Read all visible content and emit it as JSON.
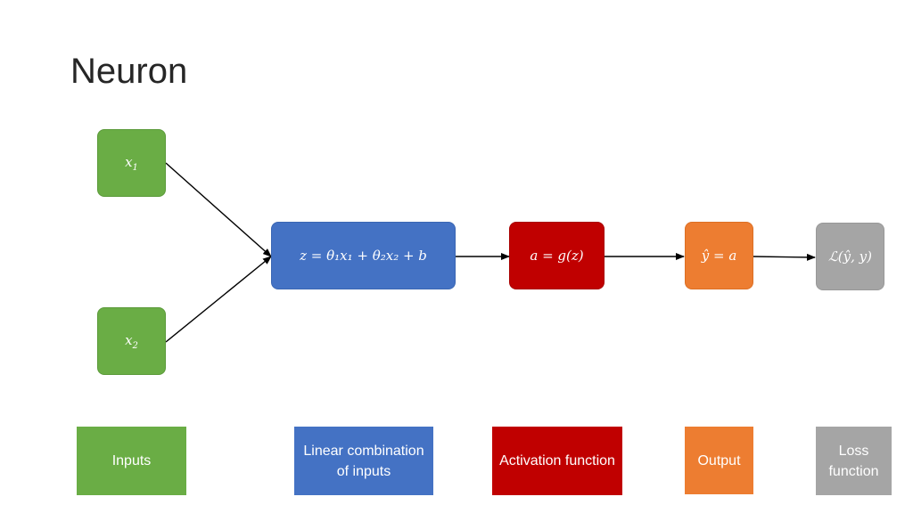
{
  "slide": {
    "title": "Neuron"
  },
  "diagram": {
    "nodes": {
      "x1": {
        "base": "x",
        "sub": "1"
      },
      "x2": {
        "base": "x",
        "sub": "2"
      },
      "linear": "z = θ₁x₁ + θ₂x₂ + b",
      "activation": "a = g(z)",
      "output": "ŷ = a",
      "loss": "ℒ(ŷ, y)"
    },
    "legend": {
      "inputs": "Inputs",
      "linear": "Linear combination of inputs",
      "activation": "Activation function",
      "output": "Output",
      "loss": "Loss function"
    }
  },
  "colors": {
    "green": "#6aad45",
    "blue": "#4472c4",
    "red": "#c00000",
    "orange": "#ed7d31",
    "gray": "#a5a5a5"
  }
}
